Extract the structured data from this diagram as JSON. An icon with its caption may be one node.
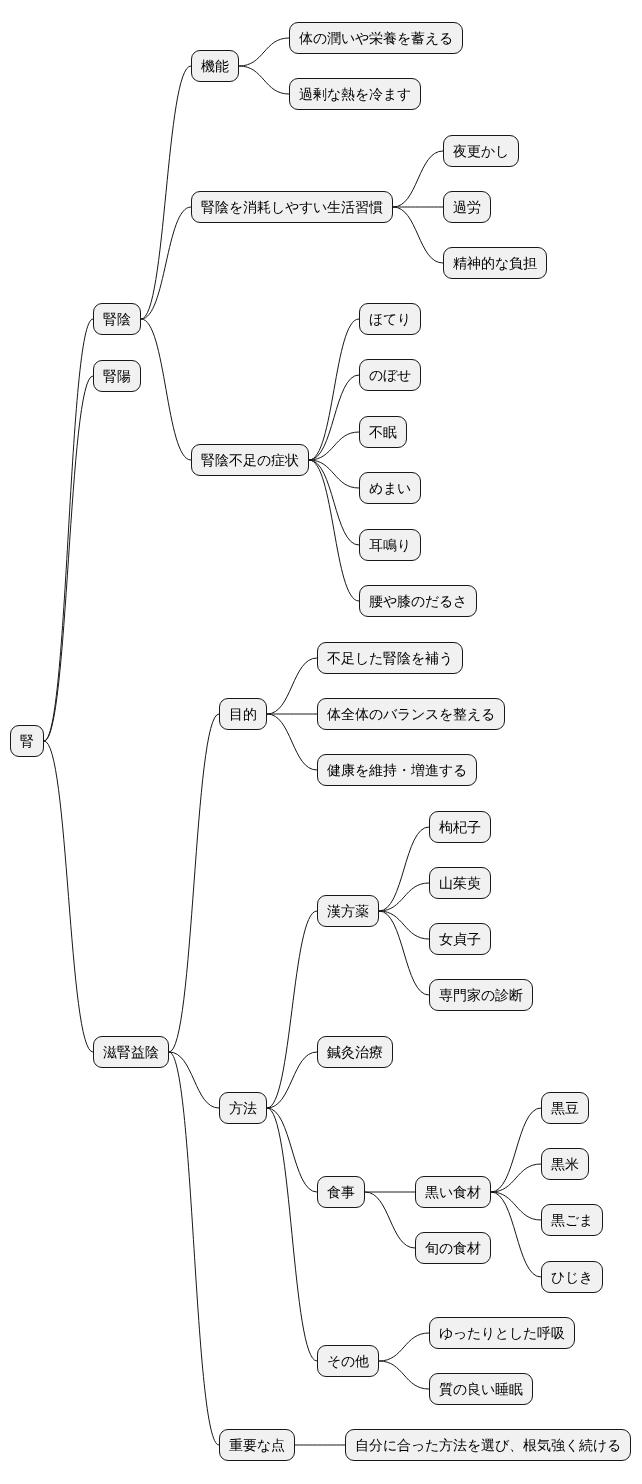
{
  "diagram": {
    "nodes": [
      {
        "text": [
          "腎"
        ]
      },
      {
        "text": [
          "腎陰"
        ]
      },
      {
        "text": [
          "機能"
        ]
      },
      {
        "text": [
          "体の潤いや栄養を蓄える"
        ]
      },
      {
        "text": [
          "過剰な熱を冷ます"
        ]
      },
      {
        "text": [
          "腎陰を消耗しやすい生活習慣"
        ]
      },
      {
        "text": [
          "夜更かし"
        ]
      },
      {
        "text": [
          "過労"
        ]
      },
      {
        "text": [
          "精神的な負担"
        ]
      },
      {
        "text": [
          "腎陰不足の症状"
        ]
      },
      {
        "text": [
          "ほてり"
        ]
      },
      {
        "text": [
          "のぼせ"
        ]
      },
      {
        "text": [
          "不眠"
        ]
      },
      {
        "text": [
          "めまい"
        ]
      },
      {
        "text": [
          "耳鳴り"
        ]
      },
      {
        "text": [
          "腰や膝のだるさ"
        ]
      },
      {
        "text": [
          "腎陽"
        ]
      },
      {
        "text": [
          "滋腎益陰"
        ]
      },
      {
        "text": [
          "目的"
        ]
      },
      {
        "text": [
          "不足した腎陰を補う"
        ]
      },
      {
        "text": [
          "体全体のバランスを整える"
        ]
      },
      {
        "text": [
          "健康を維持・増進する"
        ]
      },
      {
        "text": [
          "方法"
        ]
      },
      {
        "text": [
          "漢方薬"
        ]
      },
      {
        "text": [
          "枸杞子"
        ]
      },
      {
        "text": [
          "山茱萸"
        ]
      },
      {
        "text": [
          "女貞子"
        ]
      },
      {
        "text": [
          "専門家の診断"
        ]
      },
      {
        "text": [
          "鍼灸治療"
        ]
      },
      {
        "text": [
          "食事"
        ]
      },
      {
        "text": [
          "黒い食材"
        ]
      },
      {
        "text": [
          "黒豆"
        ]
      },
      {
        "text": [
          "黒米"
        ]
      },
      {
        "text": [
          "黒ごま"
        ]
      },
      {
        "text": [
          "ひじき"
        ]
      },
      {
        "text": [
          "旬の食材"
        ]
      },
      {
        "text": [
          "その他"
        ]
      },
      {
        "text": [
          "ゆったりとした呼吸"
        ]
      },
      {
        "text": [
          "質の良い睡眠"
        ]
      },
      {
        "text": [
          "重要な点"
        ]
      },
      {
        "text": [
          "自分に合った方法を選び、根気強く続ける"
        ]
      }
    ],
    "edges": [
      {
        "from": 0,
        "to": 1,
        "arrow": "none"
      },
      {
        "from": 1,
        "to": 2,
        "arrow": "none"
      },
      {
        "from": 2,
        "to": 3,
        "arrow": "none"
      },
      {
        "from": 2,
        "to": 4,
        "arrow": "none"
      },
      {
        "from": 1,
        "to": 5,
        "arrow": "none"
      },
      {
        "from": 5,
        "to": 6,
        "arrow": "none"
      },
      {
        "from": 5,
        "to": 7,
        "arrow": "none"
      },
      {
        "from": 5,
        "to": 8,
        "arrow": "none"
      },
      {
        "from": 1,
        "to": 9,
        "arrow": "none"
      },
      {
        "from": 9,
        "to": 10,
        "arrow": "none"
      },
      {
        "from": 9,
        "to": 11,
        "arrow": "none"
      },
      {
        "from": 9,
        "to": 12,
        "arrow": "none"
      },
      {
        "from": 9,
        "to": 13,
        "arrow": "none"
      },
      {
        "from": 9,
        "to": 14,
        "arrow": "none"
      },
      {
        "from": 9,
        "to": 15,
        "arrow": "none"
      },
      {
        "from": 0,
        "to": 16,
        "arrow": "none"
      },
      {
        "from": 0,
        "to": 17,
        "arrow": "none"
      },
      {
        "from": 17,
        "to": 18,
        "arrow": "none"
      },
      {
        "from": 18,
        "to": 19,
        "arrow": "none"
      },
      {
        "from": 18,
        "to": 20,
        "arrow": "none"
      },
      {
        "from": 18,
        "to": 21,
        "arrow": "none"
      },
      {
        "from": 17,
        "to": 22,
        "arrow": "none"
      },
      {
        "from": 22,
        "to": 23,
        "arrow": "none"
      },
      {
        "from": 23,
        "to": 24,
        "arrow": "none"
      },
      {
        "from": 23,
        "to": 25,
        "arrow": "none"
      },
      {
        "from": 23,
        "to": 26,
        "arrow": "none"
      },
      {
        "from": 23,
        "to": 27,
        "arrow": "none"
      },
      {
        "from": 22,
        "to": 28,
        "arrow": "none"
      },
      {
        "from": 22,
        "to": 29,
        "arrow": "none"
      },
      {
        "from": 29,
        "to": 30,
        "arrow": "none"
      },
      {
        "from": 30,
        "to": 31,
        "arrow": "none"
      },
      {
        "from": 30,
        "to": 32,
        "arrow": "none"
      },
      {
        "from": 30,
        "to": 33,
        "arrow": "none"
      },
      {
        "from": 30,
        "to": 34,
        "arrow": "none"
      },
      {
        "from": 29,
        "to": 35,
        "arrow": "none"
      },
      {
        "from": 22,
        "to": 36,
        "arrow": "none"
      },
      {
        "from": 36,
        "to": 37,
        "arrow": "none"
      },
      {
        "from": 36,
        "to": 38,
        "arrow": "none"
      },
      {
        "from": 17,
        "to": 39,
        "arrow": "none"
      },
      {
        "from": 39,
        "to": 40,
        "arrow": "none"
      }
    ]
  }
}
